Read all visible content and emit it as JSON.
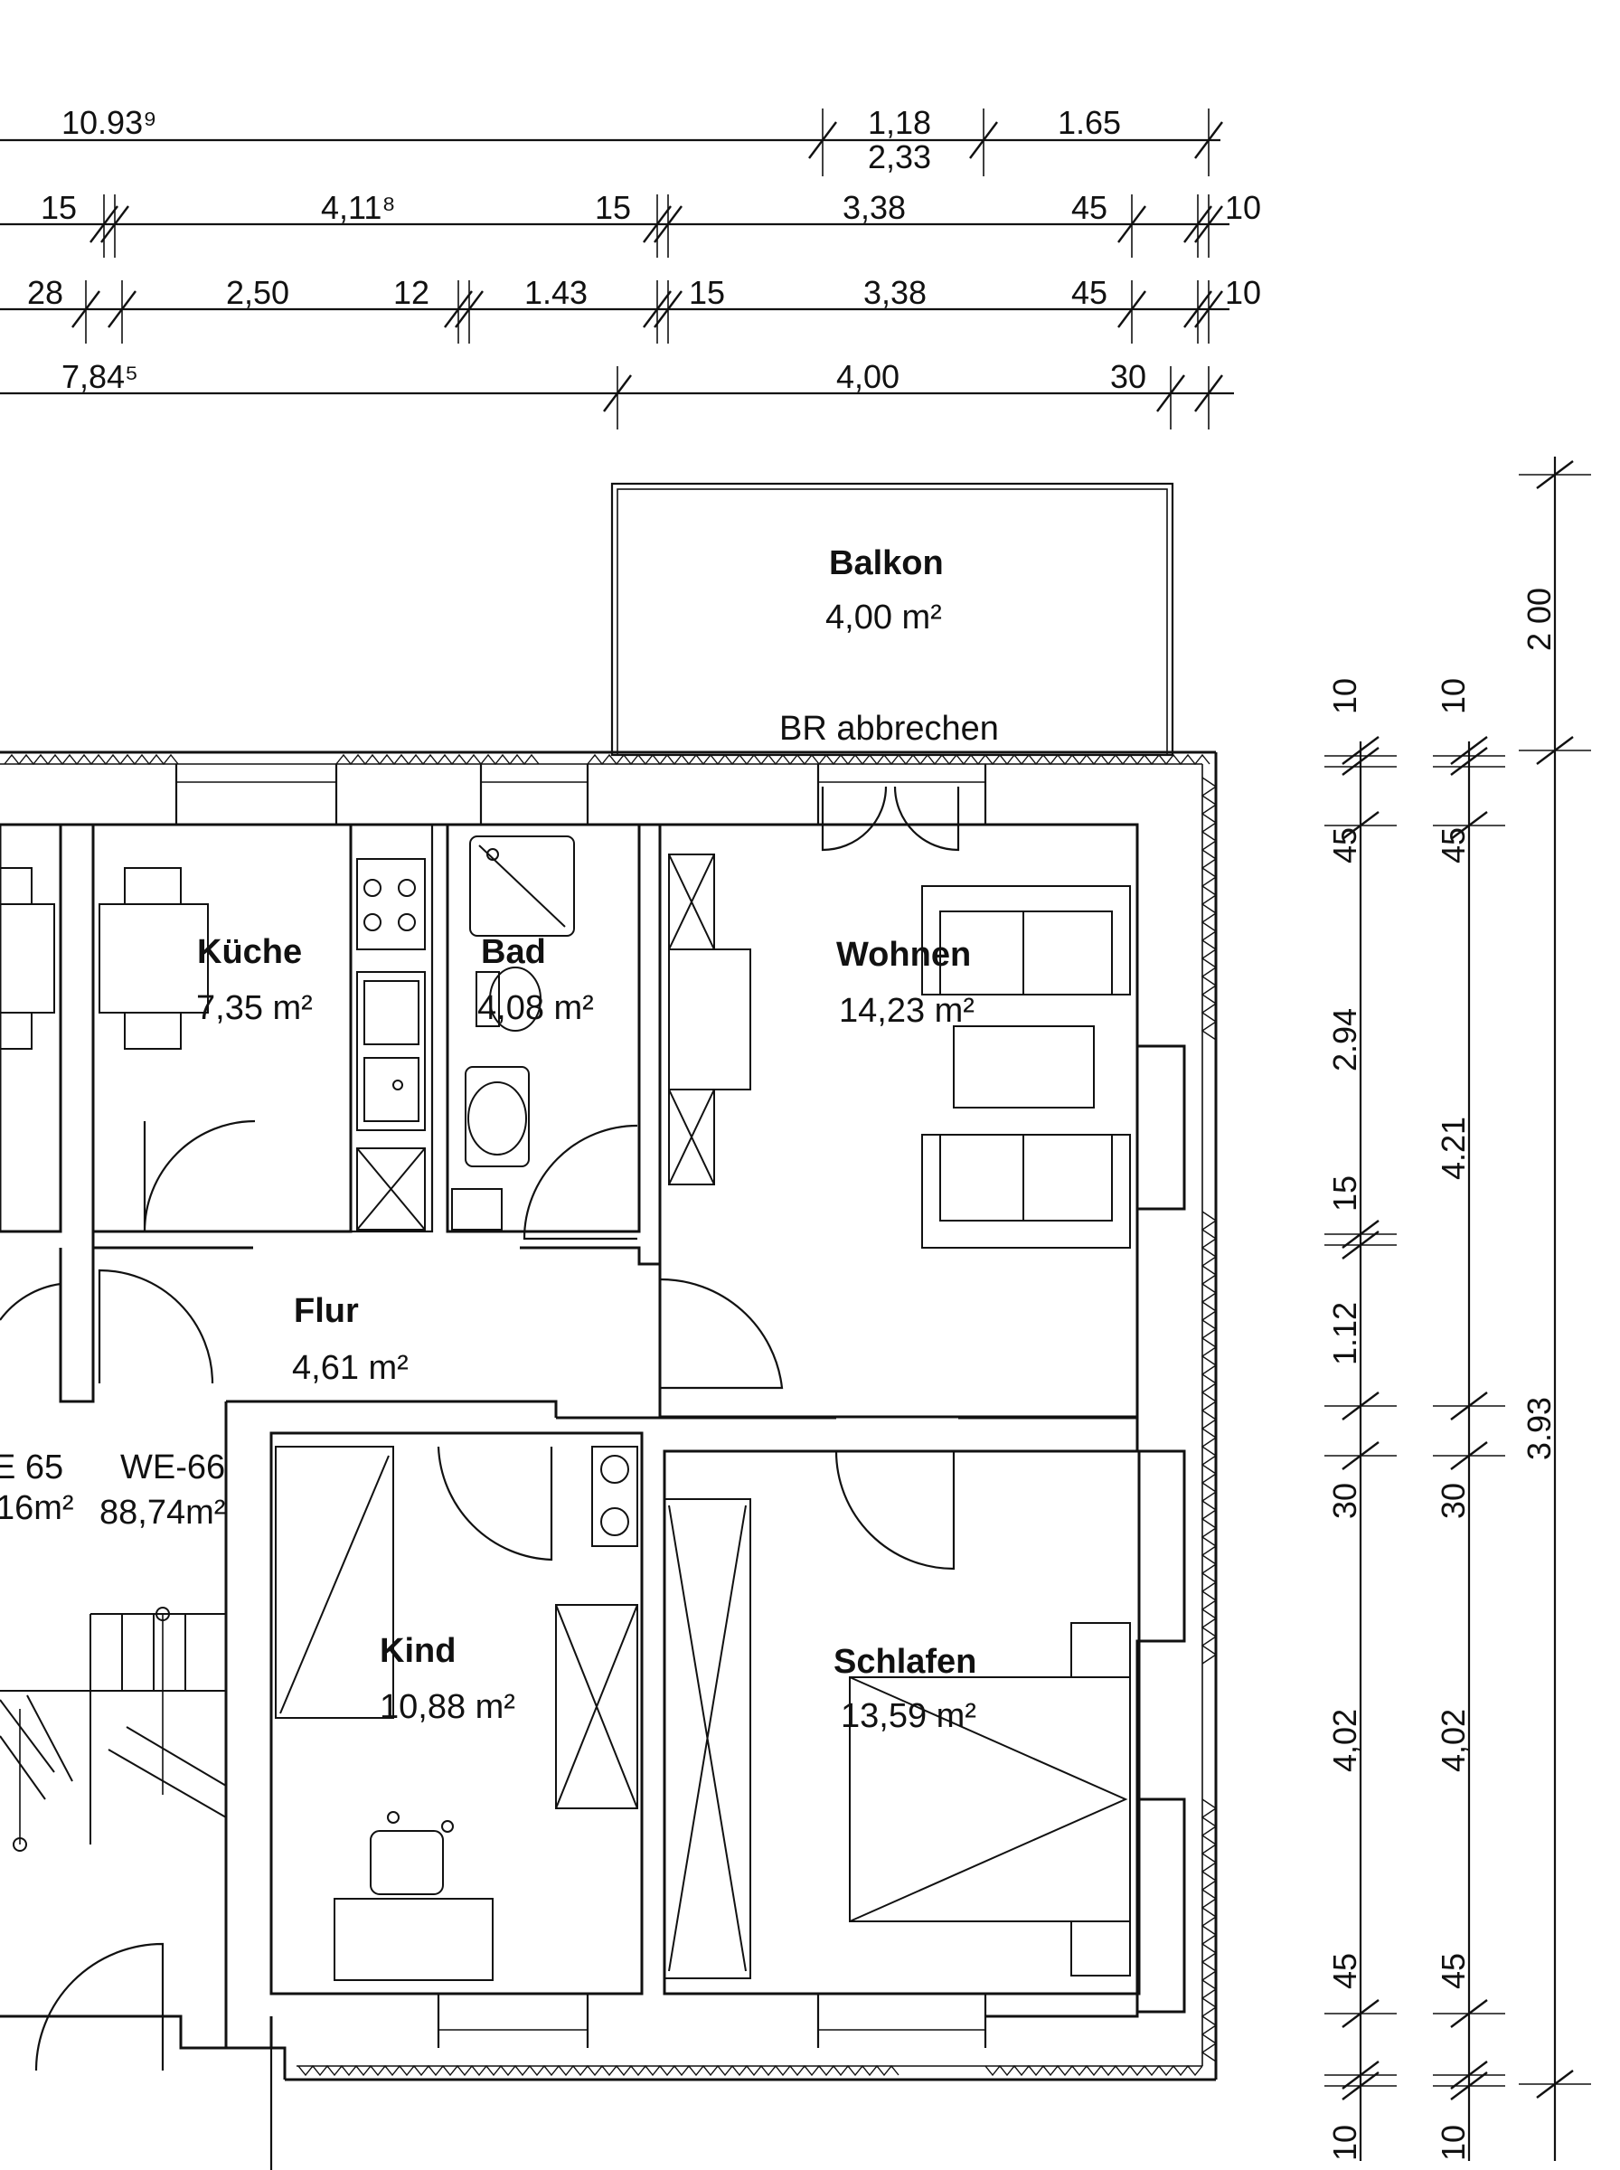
{
  "dimensions": {
    "top": {
      "row1": [
        "10.93⁹",
        "1,18",
        "2,33",
        "1.65"
      ],
      "row2": [
        "15",
        "4,11⁸",
        "15",
        "3,38",
        "45",
        "10"
      ],
      "row3": [
        "28",
        "2,50",
        "12",
        "1.43",
        "15",
        "3,38",
        "45",
        "10"
      ],
      "row4": [
        "7,84⁵",
        "4,00",
        "30"
      ]
    },
    "right": {
      "col1": [
        "10",
        "45",
        "2.94",
        "15",
        "1.12",
        "30",
        "4,02",
        "45",
        "10"
      ],
      "col2": [
        "10",
        "45",
        "4.21",
        "30",
        "4,02",
        "45",
        "10"
      ],
      "col3": [
        "2 00",
        "3.93"
      ]
    }
  },
  "rooms": {
    "balkon": {
      "name": "Balkon",
      "area": "4,00 m²"
    },
    "kueche": {
      "name": "Küche",
      "area": "7,35 m²"
    },
    "bad": {
      "name": "Bad",
      "area": "4,08 m²"
    },
    "wohnen": {
      "name": "Wohnen",
      "area": "14,23 m²"
    },
    "flur": {
      "name": "Flur",
      "area": "4,61 m²"
    },
    "kind": {
      "name": "Kind",
      "area": "10,88 m²"
    },
    "schlafen": {
      "name": "Schlafen",
      "area": "13,59 m²"
    }
  },
  "units": {
    "we65": {
      "label": "E 65",
      "area": "16m²"
    },
    "we66": {
      "label": "WE-66",
      "area": "88,74m²"
    }
  },
  "notes": {
    "balcony_note": "BR abbrechen"
  }
}
